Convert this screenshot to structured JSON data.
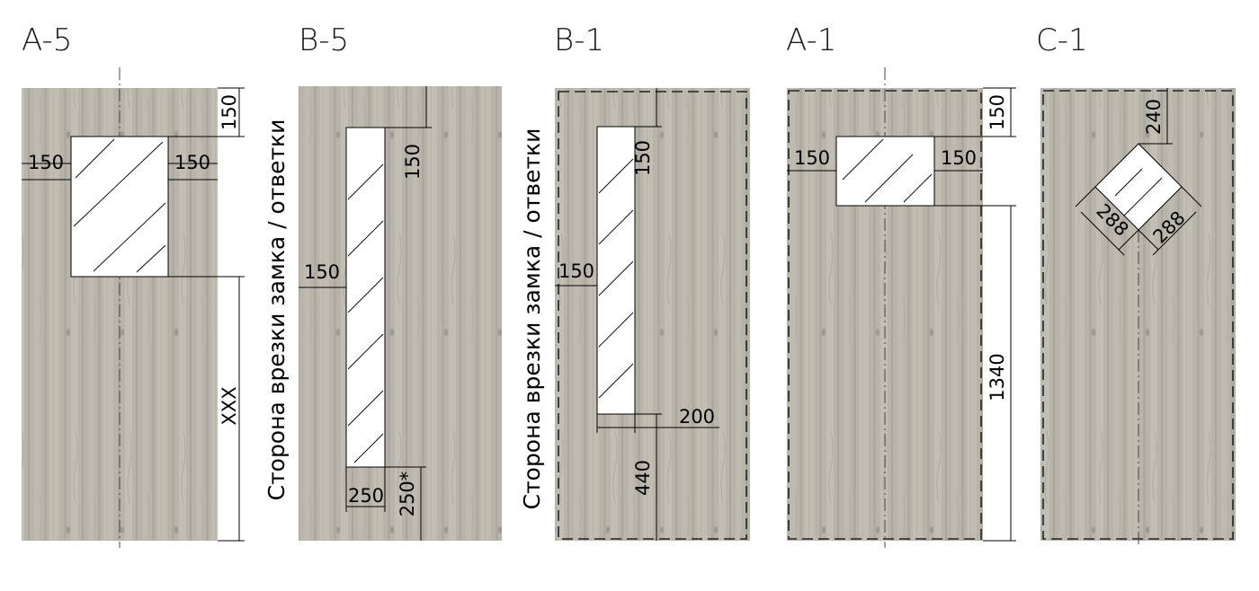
{
  "doors": [
    {
      "id": "A-5",
      "dims": {
        "top": "150",
        "left": "150",
        "right": "150",
        "bottom": "XXX"
      }
    },
    {
      "id": "B-5",
      "side_text": "Сторона врезки замка / ответки",
      "dims": {
        "top": "150",
        "left": "150",
        "width": "250",
        "bottom": "250*"
      }
    },
    {
      "id": "B-1",
      "side_text": "Сторона врезки замка / ответки",
      "dims": {
        "top": "150",
        "left": "150",
        "width": "200",
        "bottom": "440"
      }
    },
    {
      "id": "A-1",
      "dims": {
        "top": "150",
        "left": "150",
        "right": "150",
        "bottom": "1340"
      }
    },
    {
      "id": "C-1",
      "dims": {
        "top": "240",
        "diag_left": "288",
        "diag_right": "288"
      }
    }
  ],
  "colors": {
    "wood_base": "#b8b3a8",
    "wood_light": "#cdc8bd",
    "wood_dark": "#9e998e",
    "glass": "#ffffff",
    "line": "#000000"
  }
}
